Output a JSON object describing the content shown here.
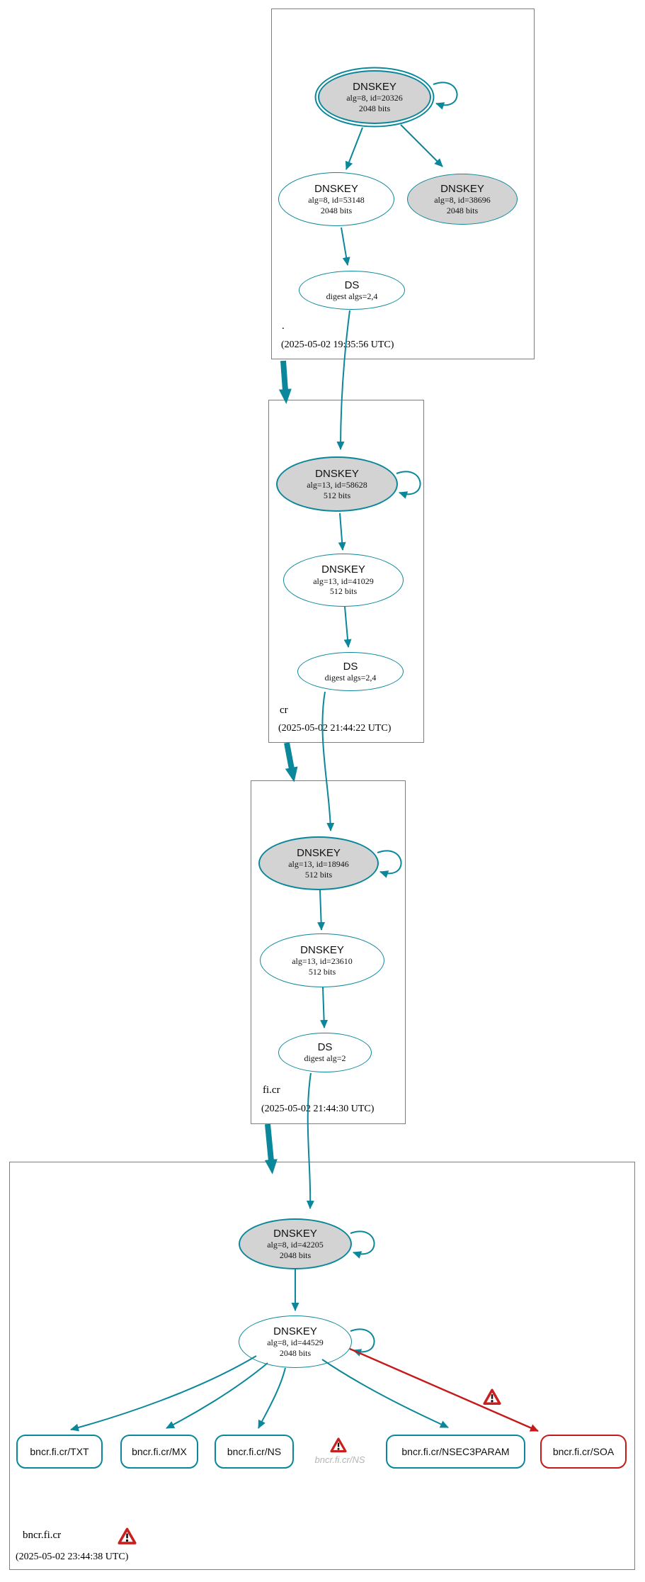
{
  "colors": {
    "secure_edge": "#0a879a",
    "bogus_edge": "#c41a1a",
    "key_fill": "#d3d3d3",
    "zone_border": "#7d7d7d",
    "ghost_text": "#b5b5b5"
  },
  "zones": {
    "root": {
      "label": ".",
      "timestamp": "(2025-05-02 19:35:56 UTC)"
    },
    "cr": {
      "label": "cr",
      "timestamp": "(2025-05-02 21:44:22 UTC)"
    },
    "ficr": {
      "label": "fi.cr",
      "timestamp": "(2025-05-02 21:44:30 UTC)"
    },
    "bncrficr": {
      "label": "bncr.fi.cr",
      "timestamp": "(2025-05-02 23:44:38 UTC)"
    }
  },
  "nodes": {
    "root_ksk": {
      "type": "DNSKEY",
      "alg": "alg=8, id=20326",
      "bits": "2048 bits"
    },
    "root_zsk": {
      "type": "DNSKEY",
      "alg": "alg=8, id=53148",
      "bits": "2048 bits"
    },
    "root_key2": {
      "type": "DNSKEY",
      "alg": "alg=8, id=38696",
      "bits": "2048 bits"
    },
    "root_ds": {
      "type": "DS",
      "detail": "digest algs=2,4"
    },
    "cr_ksk": {
      "type": "DNSKEY",
      "alg": "alg=13, id=58628",
      "bits": "512 bits"
    },
    "cr_zsk": {
      "type": "DNSKEY",
      "alg": "alg=13, id=41029",
      "bits": "512 bits"
    },
    "cr_ds": {
      "type": "DS",
      "detail": "digest algs=2,4"
    },
    "ficr_ksk": {
      "type": "DNSKEY",
      "alg": "alg=13, id=18946",
      "bits": "512 bits"
    },
    "ficr_zsk": {
      "type": "DNSKEY",
      "alg": "alg=13, id=23610",
      "bits": "512 bits"
    },
    "ficr_ds": {
      "type": "DS",
      "detail": "digest alg=2"
    },
    "bncr_ksk": {
      "type": "DNSKEY",
      "alg": "alg=8, id=42205",
      "bits": "2048 bits"
    },
    "bncr_zsk": {
      "type": "DNSKEY",
      "alg": "alg=8, id=44529",
      "bits": "2048 bits"
    }
  },
  "rrsets": {
    "txt": {
      "label": "bncr.fi.cr/TXT"
    },
    "mx": {
      "label": "bncr.fi.cr/MX"
    },
    "ns": {
      "label": "bncr.fi.cr/NS"
    },
    "ns_ghost": {
      "label": "bncr.fi.cr/NS"
    },
    "nsec3param": {
      "label": "bncr.fi.cr/NSEC3PARAM"
    },
    "soa": {
      "label": "bncr.fi.cr/SOA"
    }
  }
}
